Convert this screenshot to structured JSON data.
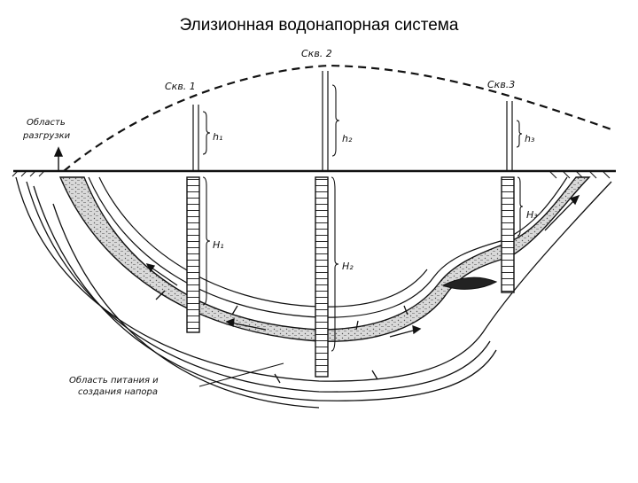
{
  "title": "Элизионная водонапорная система",
  "wells": [
    {
      "label": "Скв. 1",
      "h": "h₁",
      "H": "H₁"
    },
    {
      "label": "Скв. 2",
      "h": "h₂",
      "H": "H₂"
    },
    {
      "label": "Скв.3",
      "h": "h₃",
      "H": "H₃"
    }
  ],
  "discharge": [
    "Область",
    "разгрузки"
  ],
  "recharge": [
    "Область питания и",
    "создания напора"
  ],
  "colors": {
    "ink": "#111111",
    "water": "#cfcfcf"
  }
}
